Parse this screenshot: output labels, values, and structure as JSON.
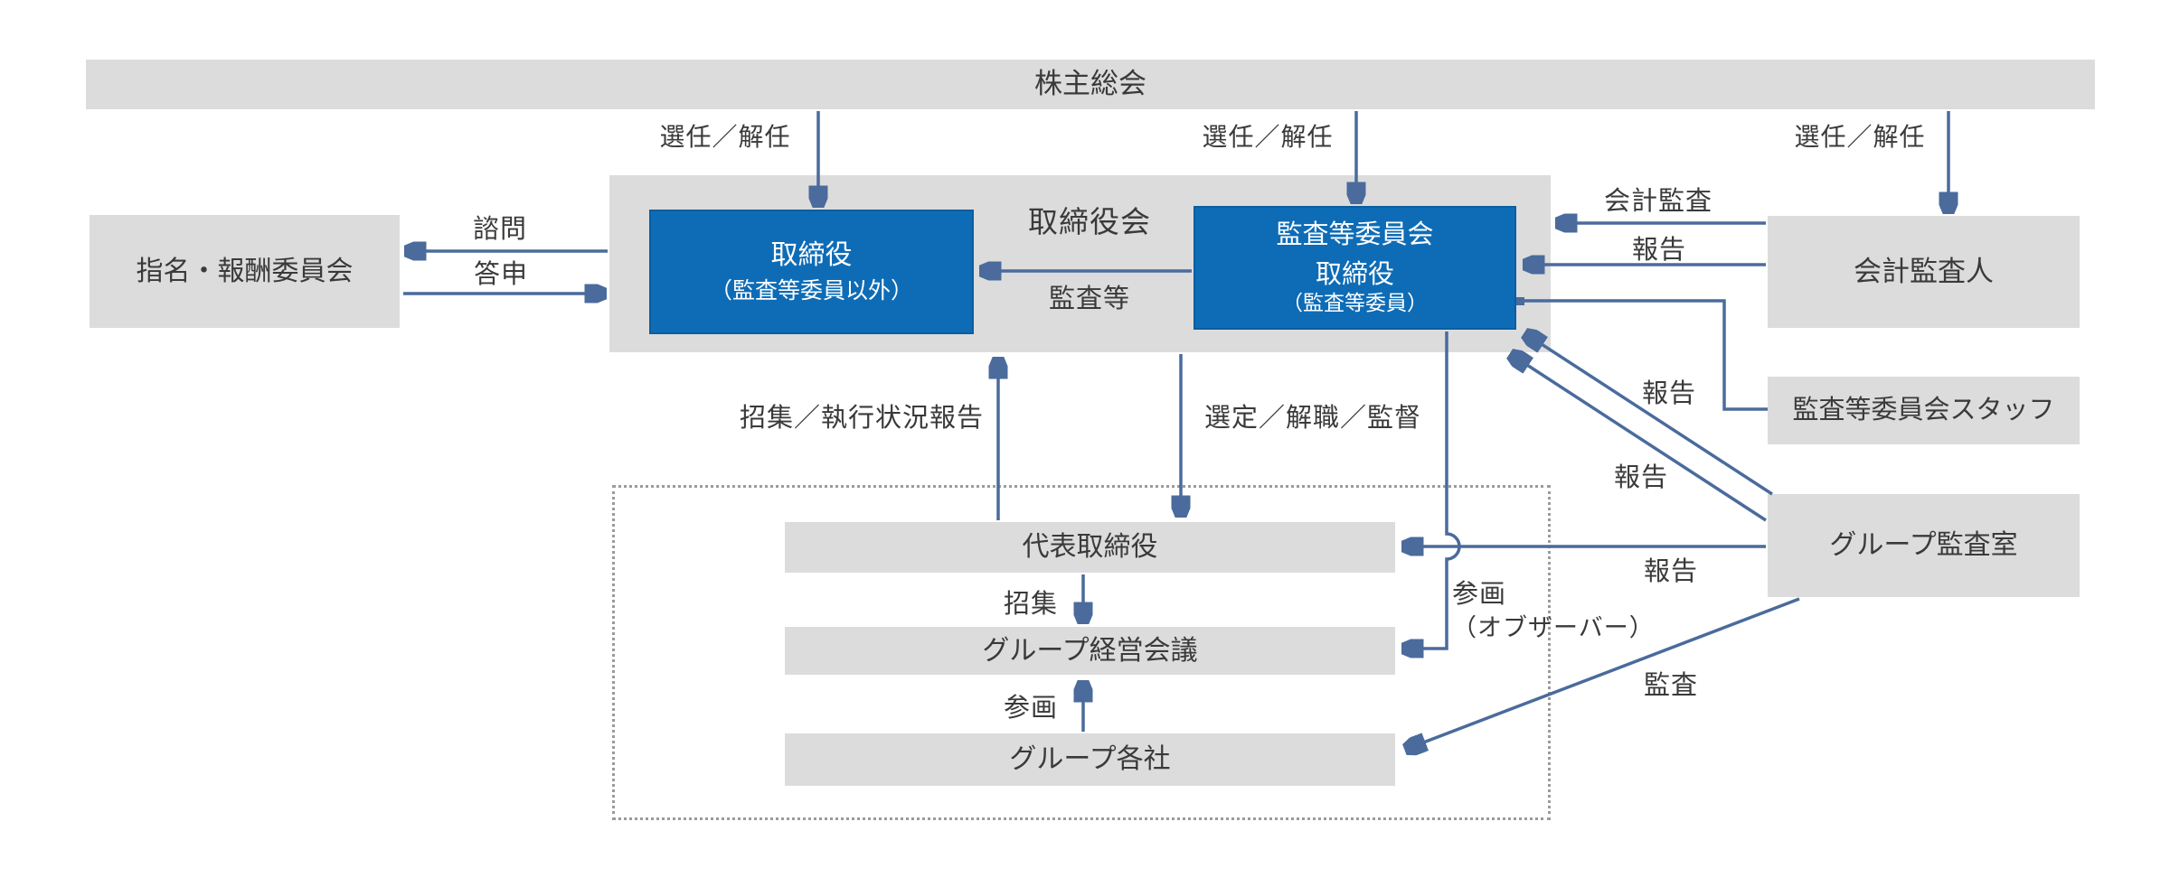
{
  "colors": {
    "accent_blue": "#0e6cb6",
    "box_gray": "#dcdcdc",
    "arrow_blue": "#4a6b9c",
    "text_dark": "#3a3a3a",
    "text_white": "#ffffff"
  },
  "nodes": {
    "shareholders_meeting": {
      "label": "株主総会"
    },
    "board_of_directors": {
      "label": "取締役会"
    },
    "directors": {
      "line1": "取締役",
      "line2": "（監査等委員以外）"
    },
    "audit_committee": {
      "line1": "監査等委員会",
      "line2": "取締役",
      "line3": "（監査等委員）"
    },
    "nomination_compensation_committee": {
      "label": "指名・報酬委員会"
    },
    "accounting_auditor": {
      "label": "会計監査人"
    },
    "audit_committee_staff": {
      "label": "監査等委員会スタッフ"
    },
    "group_audit_office": {
      "label": "グループ監査室"
    },
    "representative_director": {
      "label": "代表取締役"
    },
    "group_management_meeting": {
      "label": "グループ経営会議"
    },
    "group_companies": {
      "label": "グループ各社"
    }
  },
  "edges": {
    "appoint_dismiss_directors": {
      "label": "選任／解任"
    },
    "appoint_dismiss_audit_committee": {
      "label": "選任／解任"
    },
    "appoint_dismiss_accounting_auditor": {
      "label": "選任／解任"
    },
    "consultation": {
      "label": "諮問"
    },
    "report_back": {
      "label": "答申"
    },
    "audit_etc": {
      "label": "監査等"
    },
    "accounting_audit": {
      "label": "会計監査"
    },
    "report_from_accounting_auditor": {
      "label": "報告"
    },
    "report_from_staff": {
      "label": "報告"
    },
    "report_to_board_and_committee": {
      "label": "報告"
    },
    "report_to_representative_director": {
      "label": "報告"
    },
    "convene_execution_status_report": {
      "label": "招集／執行状況報告"
    },
    "select_dismiss_supervise": {
      "label": "選定／解職／監督"
    },
    "convene": {
      "label": "招集"
    },
    "participation": {
      "label": "参画"
    },
    "participation_observer": {
      "label": "参画",
      "note": "（オブザーバー）"
    },
    "audit": {
      "label": "監査"
    }
  }
}
